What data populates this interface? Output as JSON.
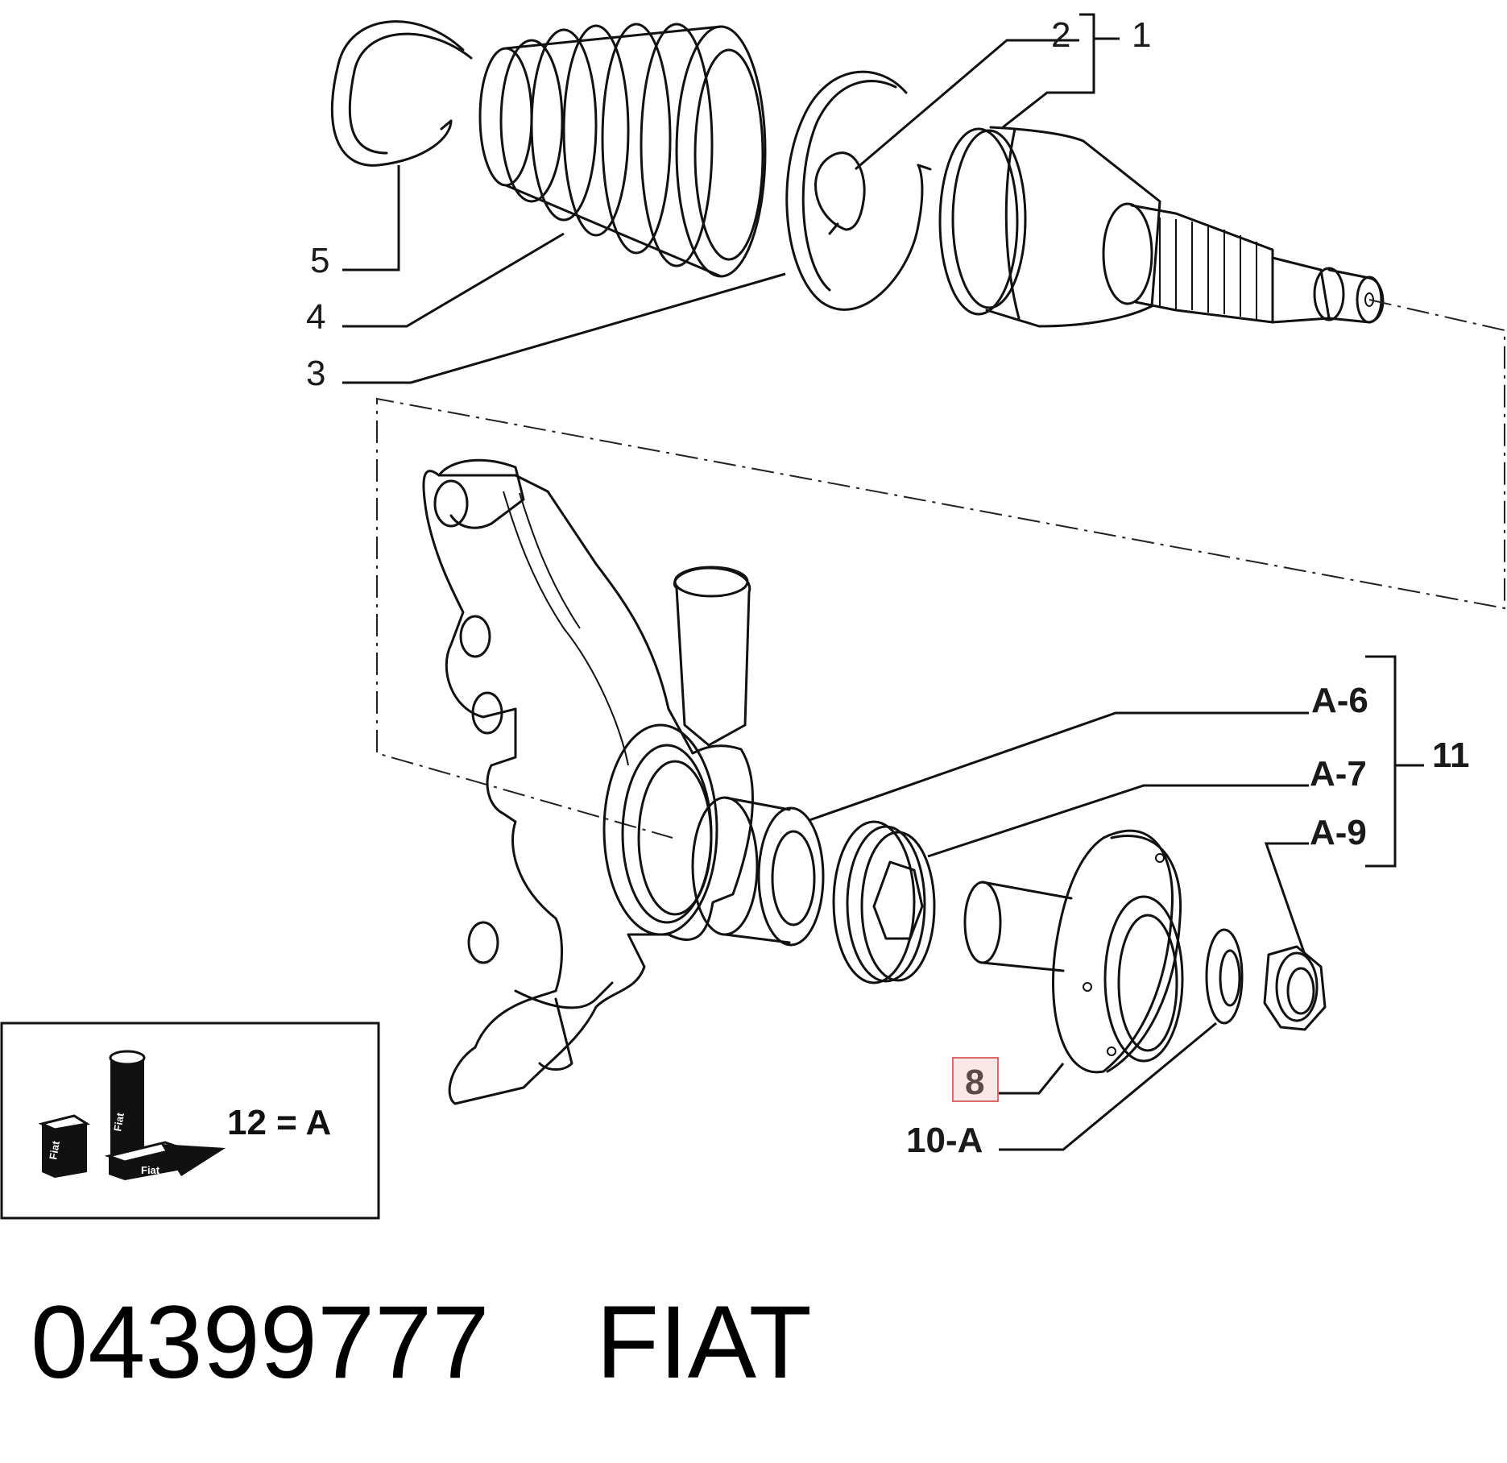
{
  "callouts": {
    "c1": "1",
    "c2": "2",
    "c3": "3",
    "c4": "4",
    "c5": "5",
    "cA6": "A-6",
    "cA7": "A-7",
    "cA9": "A-9",
    "c11": "11",
    "c8": "8",
    "c10A": "10-A"
  },
  "legend": {
    "text": "12 = A",
    "box_label_1": "Fiat",
    "box_label_2": "Fiat",
    "box_label_3": "Fiat"
  },
  "footer": {
    "part_number": "04399777",
    "brand": "FIAT"
  },
  "colors": {
    "highlight_border": "#e06a6a",
    "highlight_fill": "#fbe7e7",
    "ink": "#111111"
  }
}
